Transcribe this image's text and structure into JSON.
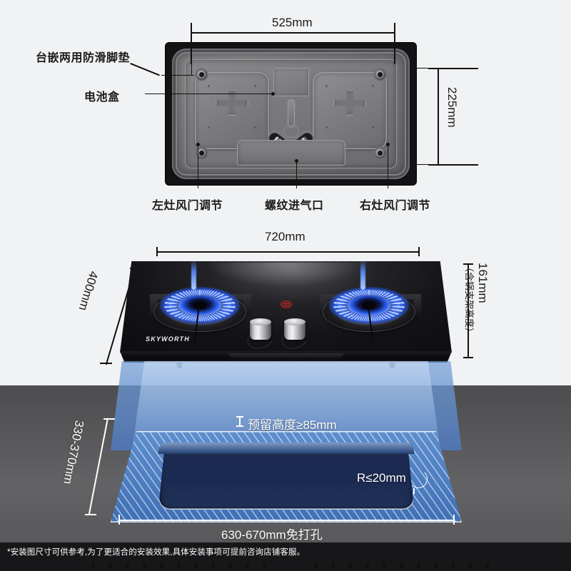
{
  "top_diagram": {
    "labels": {
      "foot_pad": "台嵌两用防滑脚垫",
      "battery_box": "电池盒",
      "left_air_valve": "左灶风门调节",
      "gas_inlet": "螺纹进气口",
      "right_air_valve": "右灶风门调节"
    },
    "dimensions": {
      "width": "525mm",
      "depth": "225mm"
    }
  },
  "middle_diagram": {
    "brand": "SKYWORTH",
    "dimensions": {
      "width": "720mm",
      "depth": "400mm",
      "height": "161mm（含锅支架高度）",
      "height_value": "161mm",
      "height_note": "（含锅支架高度）"
    }
  },
  "bottom_diagram": {
    "labels": {
      "reserved_height": "预留高度≥85mm",
      "corner_radius": "R≤20mm",
      "cutout_depth": "330-370mm",
      "cutout_width": "630-670mm免打孔"
    }
  },
  "footer": {
    "note": "*安装图尺寸可供参考,为了更适合的安装效果,具体安装事项可提前咨询店铺客服。"
  },
  "colors": {
    "page_bg": "#f1f2f4",
    "counter": "#595a5c",
    "footer_bg": "#17171a",
    "blue_hatch": "#4b7cc0",
    "cutout": "#1c2b52",
    "flame": "#2a5cf0",
    "text_dark": "#1b1b1b",
    "text_light": "#ffffff"
  }
}
